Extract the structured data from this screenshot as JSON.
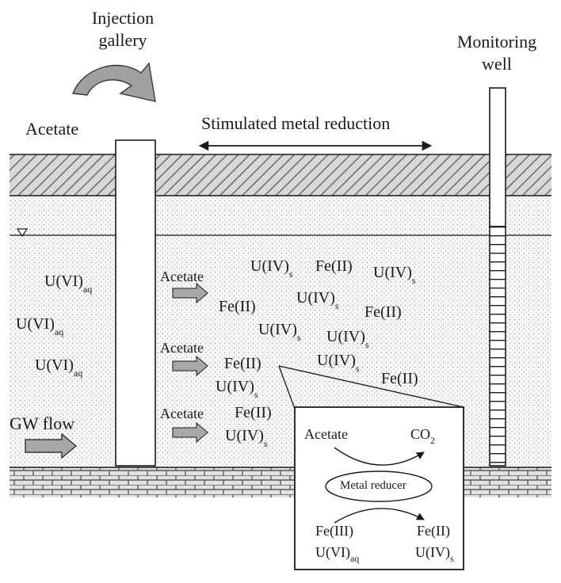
{
  "labels": {
    "injection_gallery_line1": "Injection",
    "injection_gallery_line2": "gallery",
    "monitoring_well_line1": "Monitoring",
    "monitoring_well_line2": "well",
    "acetate_top": "Acetate",
    "stimulated_metal_reduction": "Stimulated metal reduction",
    "gw_flow": "GW flow"
  },
  "left_species": [
    {
      "main": "U(VI)",
      "sub": "aq"
    },
    {
      "main": "U(VI)",
      "sub": "aq"
    },
    {
      "main": "U(VI)",
      "sub": "aq"
    }
  ],
  "acetate_arrows": [
    "Acetate",
    "Acetate",
    "Acetate"
  ],
  "zone_species": [
    {
      "main": "U(IV)",
      "sub": "s"
    },
    {
      "main": "Fe(II)",
      "sub": ""
    },
    {
      "main": "U(IV)",
      "sub": "s"
    },
    {
      "main": "Fe(II)",
      "sub": ""
    },
    {
      "main": "U(IV)",
      "sub": "s"
    },
    {
      "main": "Fe(II)",
      "sub": ""
    },
    {
      "main": "U(IV)",
      "sub": "s"
    },
    {
      "main": "U(IV)",
      "sub": "s"
    },
    {
      "main": "Fe(II)",
      "sub": ""
    },
    {
      "main": "U(IV)",
      "sub": "s"
    },
    {
      "main": "Fe(II)",
      "sub": ""
    },
    {
      "main": "U(IV)",
      "sub": "s"
    },
    {
      "main": "Fe(II)",
      "sub": ""
    },
    {
      "main": "U(IV)",
      "sub": "s"
    }
  ],
  "inset": {
    "acetate": "Acetate",
    "co2_main": "CO",
    "co2_sub": "2",
    "metal_reducer": "Metal reducer",
    "fe3": "Fe(III)",
    "fe2": "Fe(II)",
    "u6_main": "U(VI)",
    "u6_sub": "aq",
    "u4_main": "U(IV)",
    "u4_sub": "s"
  }
}
